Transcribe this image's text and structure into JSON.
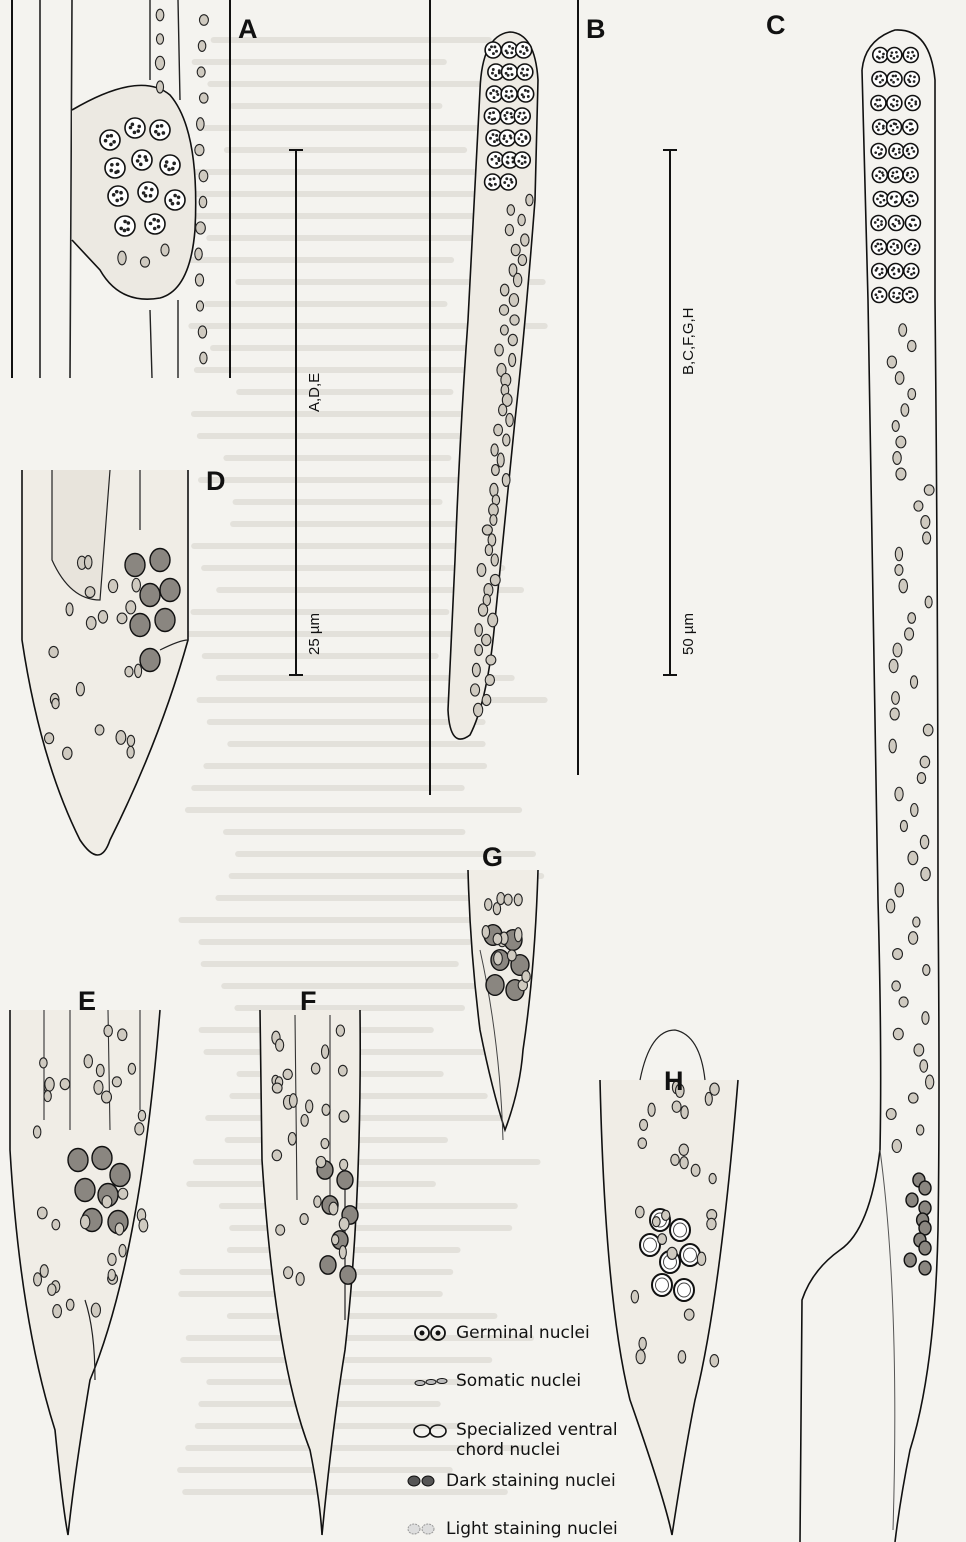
{
  "panels": [
    {
      "letter": "A"
    },
    {
      "letter": "B"
    },
    {
      "letter": "C"
    },
    {
      "letter": "D"
    },
    {
      "letter": "E"
    },
    {
      "letter": "F"
    },
    {
      "letter": "G"
    },
    {
      "letter": "H"
    }
  ],
  "scale_bars": {
    "left": {
      "length_label": "25 µm",
      "applies_to": "A,D,E"
    },
    "right": {
      "length_label": "50 µm",
      "applies_to": "B,C,F,G,H"
    }
  },
  "legend": [
    {
      "label": "Germinal nuclei",
      "icon": "germinal-nuclei-icon"
    },
    {
      "label": "Somatic nuclei",
      "icon": "somatic-nuclei-icon"
    },
    {
      "label": "Specialized ventral\nchord nuclei",
      "icon": "ventral-chord-nuclei-icon"
    },
    {
      "label": "Dark staining nuclei",
      "icon": "dark-staining-nuclei-icon"
    },
    {
      "label": "Light staining nuclei",
      "icon": "light-staining-nuclei-icon"
    }
  ],
  "colors": {
    "ink": "#1a1a1a",
    "paper": "#f4f3ef",
    "bleed": "#bdbab3"
  }
}
